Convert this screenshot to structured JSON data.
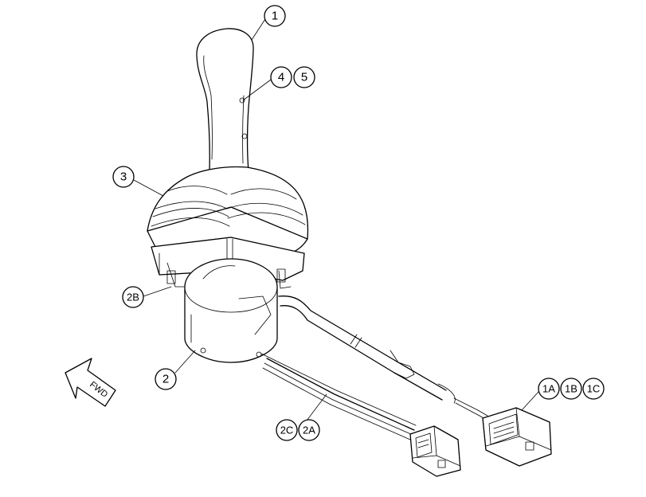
{
  "callouts": {
    "c1": "1",
    "c4": "4",
    "c5": "5",
    "c3": "3",
    "c2B": "2B",
    "c2": "2",
    "c2C": "2C",
    "c2A": "2A",
    "c1A": "1A",
    "c1B": "1B",
    "c1C": "1C"
  },
  "direction_label": "FWD"
}
